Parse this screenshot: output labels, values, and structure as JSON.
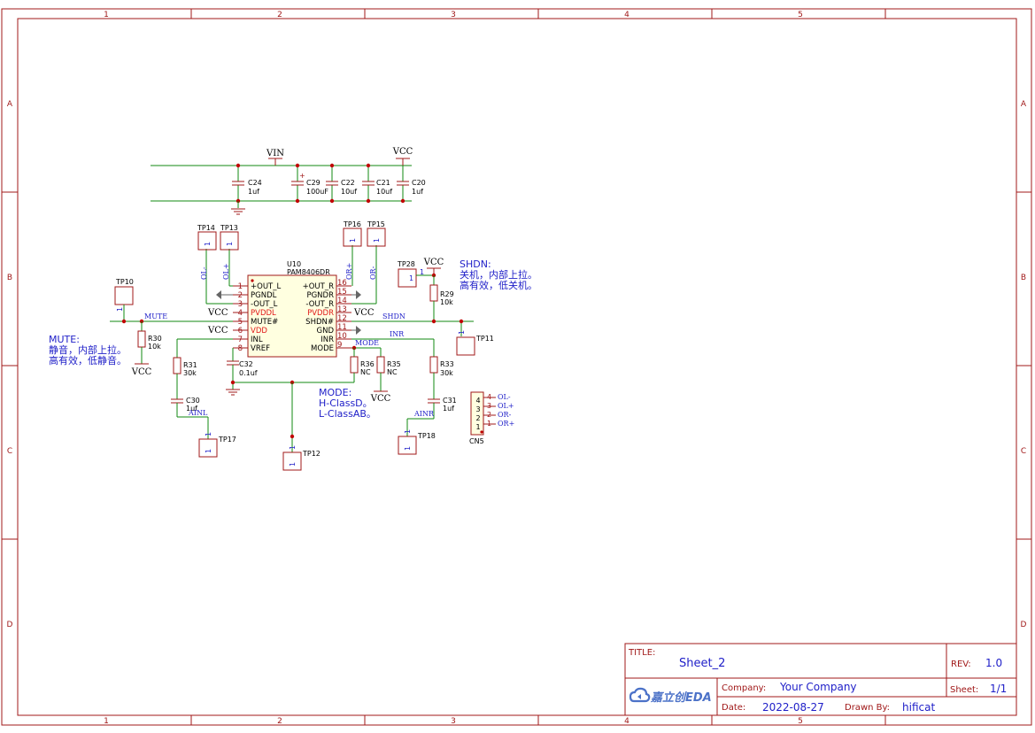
{
  "frame": {
    "col_labels": [
      "1",
      "2",
      "3",
      "4",
      "5"
    ],
    "row_labels": [
      "A",
      "B",
      "C",
      "D"
    ]
  },
  "power": {
    "vin": "VIN",
    "vcc": "VCC"
  },
  "caps_top": [
    {
      "ref": "C24",
      "value": "1uf"
    },
    {
      "ref": "C29",
      "value": "100uF"
    },
    {
      "ref": "C22",
      "value": "10uf"
    },
    {
      "ref": "C21",
      "value": "10uf"
    },
    {
      "ref": "C20",
      "value": "1uf"
    }
  ],
  "ic": {
    "ref": "U10",
    "part": "PAM8406DR",
    "left_pins": [
      {
        "num": "1",
        "name": "+OUT_L",
        "color": "black"
      },
      {
        "num": "2",
        "name": "PGNDL",
        "color": "black"
      },
      {
        "num": "3",
        "name": "-OUT_L",
        "color": "black"
      },
      {
        "num": "4",
        "name": "PVDDL",
        "color": "red"
      },
      {
        "num": "5",
        "name": "MUTE#",
        "color": "black"
      },
      {
        "num": "6",
        "name": "VDD",
        "color": "red"
      },
      {
        "num": "7",
        "name": "INL",
        "color": "black"
      },
      {
        "num": "8",
        "name": "VREF",
        "color": "black"
      }
    ],
    "right_pins": [
      {
        "num": "16",
        "name": "+OUT_R",
        "color": "black"
      },
      {
        "num": "15",
        "name": "PGNDR",
        "color": "black"
      },
      {
        "num": "14",
        "name": "-OUT_R",
        "color": "black"
      },
      {
        "num": "13",
        "name": "PVDDR",
        "color": "red"
      },
      {
        "num": "12",
        "name": "SHDN#",
        "color": "black"
      },
      {
        "num": "11",
        "name": "GND",
        "color": "black"
      },
      {
        "num": "10",
        "name": "INR",
        "color": "black"
      },
      {
        "num": "9",
        "name": "MODE",
        "color": "black"
      }
    ]
  },
  "testpoints": {
    "tp14": "TP14",
    "tp13": "TP13",
    "tp16": "TP16",
    "tp15": "TP15",
    "tp28": "TP28",
    "tp10": "TP10",
    "tp11": "TP11",
    "tp17": "TP17",
    "tp12": "TP12",
    "tp18": "TP18",
    "pin1": "1"
  },
  "nets": {
    "ol_minus": "OL-",
    "ol_plus": "OL+",
    "or_plus": "OR+",
    "or_minus": "OR-",
    "mute": "MUTE",
    "shdn": "SHDN",
    "inr": "INR",
    "mode": "MODE",
    "ainl": "AINL",
    "ainr": "AINR"
  },
  "resistors": {
    "r29": {
      "ref": "R29",
      "value": "10k"
    },
    "r30": {
      "ref": "R30",
      "value": "10k"
    },
    "r31": {
      "ref": "R31",
      "value": "30k"
    },
    "r33": {
      "ref": "R33",
      "value": "30k"
    },
    "r35": {
      "ref": "R35",
      "value": "NC"
    },
    "r36": {
      "ref": "R36",
      "value": "NC"
    }
  },
  "caps_bottom": {
    "c30": {
      "ref": "C30",
      "value": "1uf"
    },
    "c31": {
      "ref": "C31",
      "value": "1uf"
    },
    "c32": {
      "ref": "C32",
      "value": "0.1uf"
    }
  },
  "connector": {
    "ref": "CN5",
    "pins": [
      {
        "num": "4",
        "net": "OL-"
      },
      {
        "num": "3",
        "net": "OL+"
      },
      {
        "num": "2",
        "net": "OR-"
      },
      {
        "num": "1",
        "net": "OR+"
      }
    ]
  },
  "notes": {
    "shdn": [
      "SHDN:",
      "关机，内部上拉。",
      "高有效，低关机。"
    ],
    "mute": [
      "MUTE:",
      "静音，内部上拉。",
      "高有效，低静音。"
    ],
    "mode": [
      "MODE:",
      "H-ClassD。",
      "L-ClassAB。"
    ]
  },
  "title_block": {
    "title_label": "TITLE:",
    "title": "Sheet_2",
    "rev_label": "REV:",
    "rev": "1.0",
    "logo": "嘉立创EDA",
    "company_label": "Company:",
    "company": "Your Company",
    "sheet_label": "Sheet:",
    "sheet": "1/1",
    "date_label": "Date:",
    "date": "2022-08-27",
    "drawn_label": "Drawn By:",
    "drawn": "hificat"
  },
  "colors": {
    "border": "#a01818",
    "wire": "#118811",
    "text": "#1e1ec8",
    "power_pin": "#e01818"
  }
}
